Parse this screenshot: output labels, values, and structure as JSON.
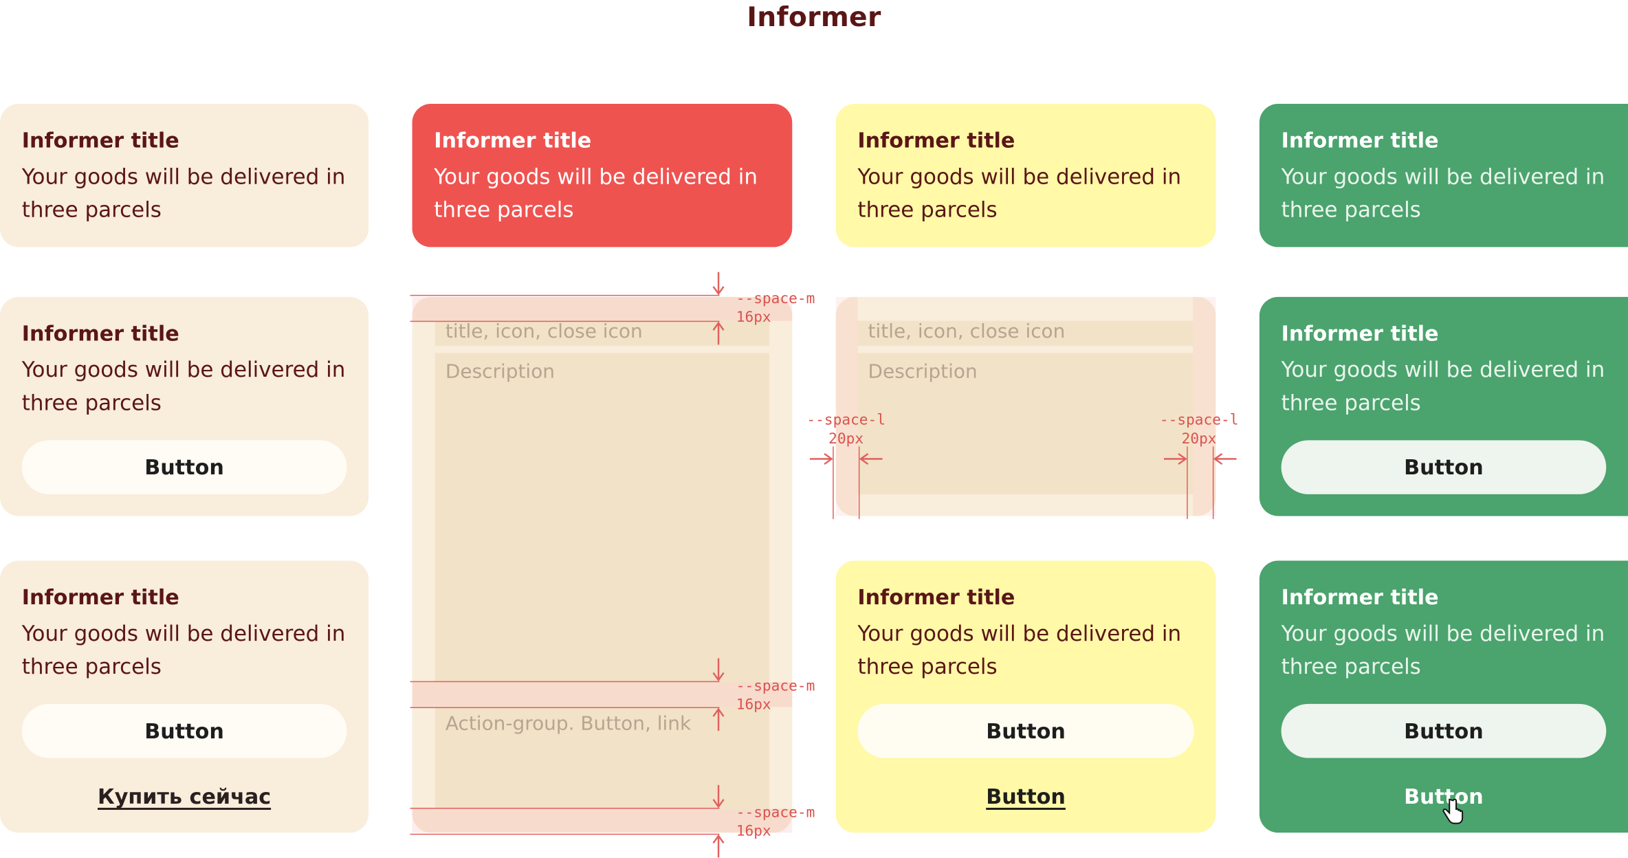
{
  "page": {
    "title": "Informer"
  },
  "informer": {
    "title": "Informer title",
    "description": "Your goods will be delivered in three parcels",
    "button_label": "Button",
    "link_label_ru": "Купить сейчас",
    "link_label": "Button"
  },
  "spec": {
    "header_slot": "title, icon, close icon",
    "description_slot": "Description",
    "actions_slot": "Action-group. Button, link",
    "space_m_token": "--space-m",
    "space_m_value": "16px",
    "space_l_token": "--space-l",
    "space_l_value": "20px"
  },
  "colors": {
    "beige": "#f9eddc",
    "red": "#ef5350",
    "yellow": "#fff9a8",
    "green": "#4ba36d",
    "title_text": "#5a1616",
    "annotation": "#d9534f"
  },
  "icons": {
    "cursor": "hand-pointer-icon"
  }
}
